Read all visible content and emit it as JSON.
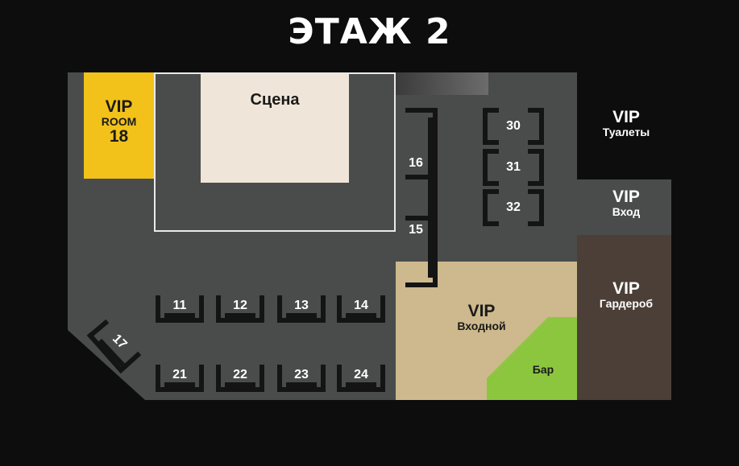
{
  "title": "ЭТАЖ 2",
  "zones": {
    "vip_room": {
      "line1": "VIP",
      "line2": "ROOM",
      "line3": "18"
    },
    "stage": {
      "label": "Сцена"
    },
    "vip_toilets": {
      "line1": "VIP",
      "line2": "Туалеты"
    },
    "vip_entrance": {
      "line1": "VIP",
      "line2": "Вход"
    },
    "vip_cloakroom": {
      "line1": "VIP",
      "line2": "Гардероб"
    },
    "vip_entry_hall": {
      "line1": "VIP",
      "line2": "Входной"
    },
    "bar": {
      "label": "Бар"
    }
  },
  "tables": [
    "11",
    "12",
    "13",
    "14",
    "21",
    "22",
    "23",
    "24",
    "15",
    "16",
    "17",
    "30",
    "31",
    "32"
  ],
  "colors": {
    "background": "#0d0d0d",
    "floor": "#4a4c4b",
    "vip_room": "#f2c21a",
    "stage": "#efe6d9",
    "entry_hall": "#cdb98d",
    "bar": "#8cc63f",
    "cloakroom": "#4b3f37",
    "furniture": "#141414"
  }
}
